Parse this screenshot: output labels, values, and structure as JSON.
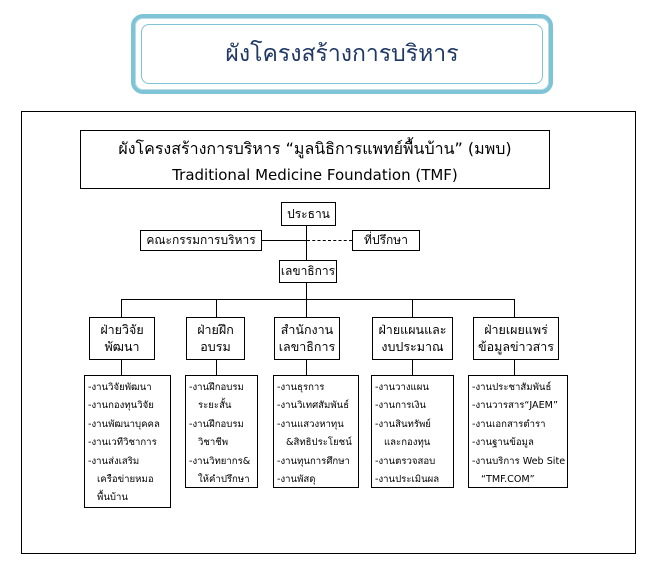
{
  "banner_title": "ผังโครงสร้างการบริหาร",
  "title": {
    "line1": "ผังโครงสร้างการบริหาร “มูลนิธิการแพทย์พื้นบ้าน” (มพบ)",
    "line2": "Traditional Medicine Foundation (TMF)"
  },
  "nodes": {
    "president": "ประธาน",
    "board": "คณะกรรมการบริหาร",
    "advisor": "ที่ปรึกษา",
    "secretary_general": "เลขาธิการ"
  },
  "departments": [
    {
      "name_lines": [
        "ฝ่ายวิจัย",
        "พัฒนา"
      ],
      "items": [
        {
          "text": "-งานวิจัยพัฒนา",
          "cont": false
        },
        {
          "text": "-งานกองทุนวิจัย",
          "cont": false
        },
        {
          "text": "-งานพัฒนาบุคคล",
          "cont": false
        },
        {
          "text": "-งานเวทีวิชาการ",
          "cont": false
        },
        {
          "text": "-งานส่งเสริม",
          "cont": false
        },
        {
          "text": "เครือข่ายหมอ",
          "cont": true
        },
        {
          "text": "พื้นบ้าน",
          "cont": true
        }
      ]
    },
    {
      "name_lines": [
        "ฝ่ายฝึก",
        "อบรม"
      ],
      "items": [
        {
          "text": "-งานฝึกอบรม",
          "cont": false
        },
        {
          "text": "ระยะสั้น",
          "cont": true
        },
        {
          "text": "-งานฝึกอบรม",
          "cont": false
        },
        {
          "text": "วิชาชีพ",
          "cont": true
        },
        {
          "text": "-งานวิทยากร&",
          "cont": false
        },
        {
          "text": "ให้คำปรึกษา",
          "cont": true
        }
      ]
    },
    {
      "name_lines": [
        "สำนักงาน",
        "เลขาธิการ"
      ],
      "items": [
        {
          "text": "-งานธุรการ",
          "cont": false
        },
        {
          "text": "-งานวิเทศสัมพันธ์",
          "cont": false
        },
        {
          "text": "-งานแสวงหาทุน",
          "cont": false
        },
        {
          "text": "&สิทธิประโยชน์",
          "cont": true
        },
        {
          "text": "-งานทุนการศึกษา",
          "cont": false
        },
        {
          "text": "-งานพัสดุ",
          "cont": false
        }
      ]
    },
    {
      "name_lines": [
        "ฝ่ายแผนและ",
        "งบประมาณ"
      ],
      "items": [
        {
          "text": "-งานวางแผน",
          "cont": false
        },
        {
          "text": "-งานการเงิน",
          "cont": false
        },
        {
          "text": "-งานสินทรัพย์",
          "cont": false
        },
        {
          "text": "และกองทุน",
          "cont": true
        },
        {
          "text": "-งานตรวจสอบ",
          "cont": false
        },
        {
          "text": "-งานประเมินผล",
          "cont": false
        }
      ]
    },
    {
      "name_lines": [
        "ฝ่ายเผยแพร่",
        "ข้อมูลข่าวสาร"
      ],
      "items": [
        {
          "text": "-งานประชาสัมพันธ์",
          "cont": false
        },
        {
          "text": "-งานวารสาร“JAEM”",
          "cont": false
        },
        {
          "text": "-งานเอกสารตำรา",
          "cont": false
        },
        {
          "text": "-งานฐานข้อมูล",
          "cont": false
        },
        {
          "text": "-งานบริการ Web Site",
          "cont": false
        },
        {
          "text": "“TMF.COM”",
          "cont": true
        }
      ]
    }
  ]
}
